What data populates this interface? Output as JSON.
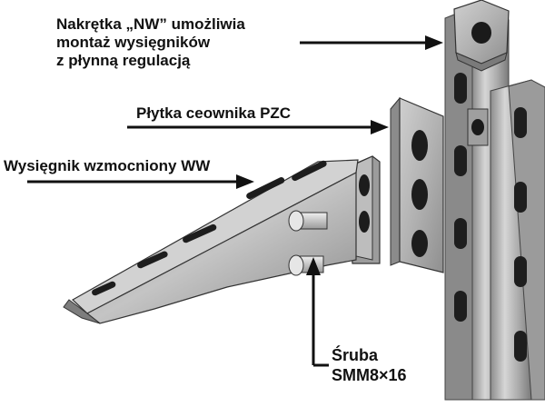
{
  "labels": {
    "nut": [
      "Nakrętka „NW” umożliwia",
      "montaż wysięgników",
      "z płynną regulacją"
    ],
    "plate": "Płytka ceownika PZC",
    "arm": "Wysięgnik wzmocniony WW",
    "bolt": [
      "Śruba",
      "SMM8×16"
    ]
  },
  "colors": {
    "text": "#111111",
    "steel_light": "#d9d9d9",
    "steel_mid": "#a8a8a8",
    "steel_dark": "#6e6e6e",
    "slot": "#202020"
  }
}
